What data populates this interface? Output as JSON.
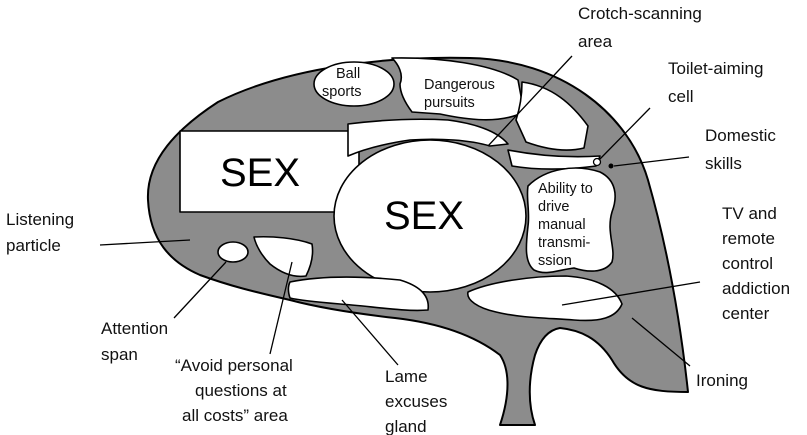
{
  "diagram": {
    "regions": {
      "sex_box": "SEX",
      "sex_circle": "SEX",
      "ball_sports": [
        "Ball",
        "sports"
      ],
      "dangerous_pursuits": [
        "Dangerous",
        "pursuits"
      ],
      "drive_manual": [
        "Ability to",
        "drive",
        "manual",
        "transmi-",
        "ssion"
      ]
    },
    "labels": {
      "crotch_scanning": [
        "Crotch-scanning",
        "area"
      ],
      "toilet_aiming": [
        "Toilet-aiming",
        "cell"
      ],
      "domestic_skills": [
        "Domestic",
        "skills"
      ],
      "listening_particle": [
        "Listening",
        "particle"
      ],
      "tv_remote": [
        "TV and",
        "remote",
        "control",
        "addiction",
        "center"
      ],
      "attention_span": [
        "Attention",
        "span"
      ],
      "avoid_questions": [
        "“Avoid personal",
        "questions at",
        "all costs” area"
      ],
      "lame_excuses": [
        "Lame",
        "excuses",
        "gland"
      ],
      "ironing": [
        "Ironing"
      ]
    },
    "colors": {
      "brain_fill": "#8c8c8c",
      "outline": "#000000",
      "region_fill": "#ffffff"
    }
  }
}
